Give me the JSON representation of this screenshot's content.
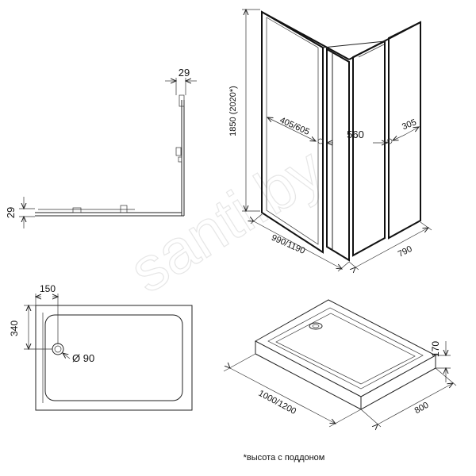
{
  "watermark": "santi.by",
  "profile_view": {
    "thickness_top": "29",
    "thickness_left": "29"
  },
  "cabin_view": {
    "height": "1850 (2020*)",
    "left_panel": "405/605",
    "door_width": "560",
    "right_panel": "305",
    "length": "990/1190",
    "depth": "790"
  },
  "tray_plan": {
    "drain_offset_x": "150",
    "drain_offset_y": "340",
    "drain_diameter": "Ø 90"
  },
  "tray_iso": {
    "height": "170",
    "length": "1000/1200",
    "width": "800"
  },
  "footnote": "*высота с поддоном"
}
